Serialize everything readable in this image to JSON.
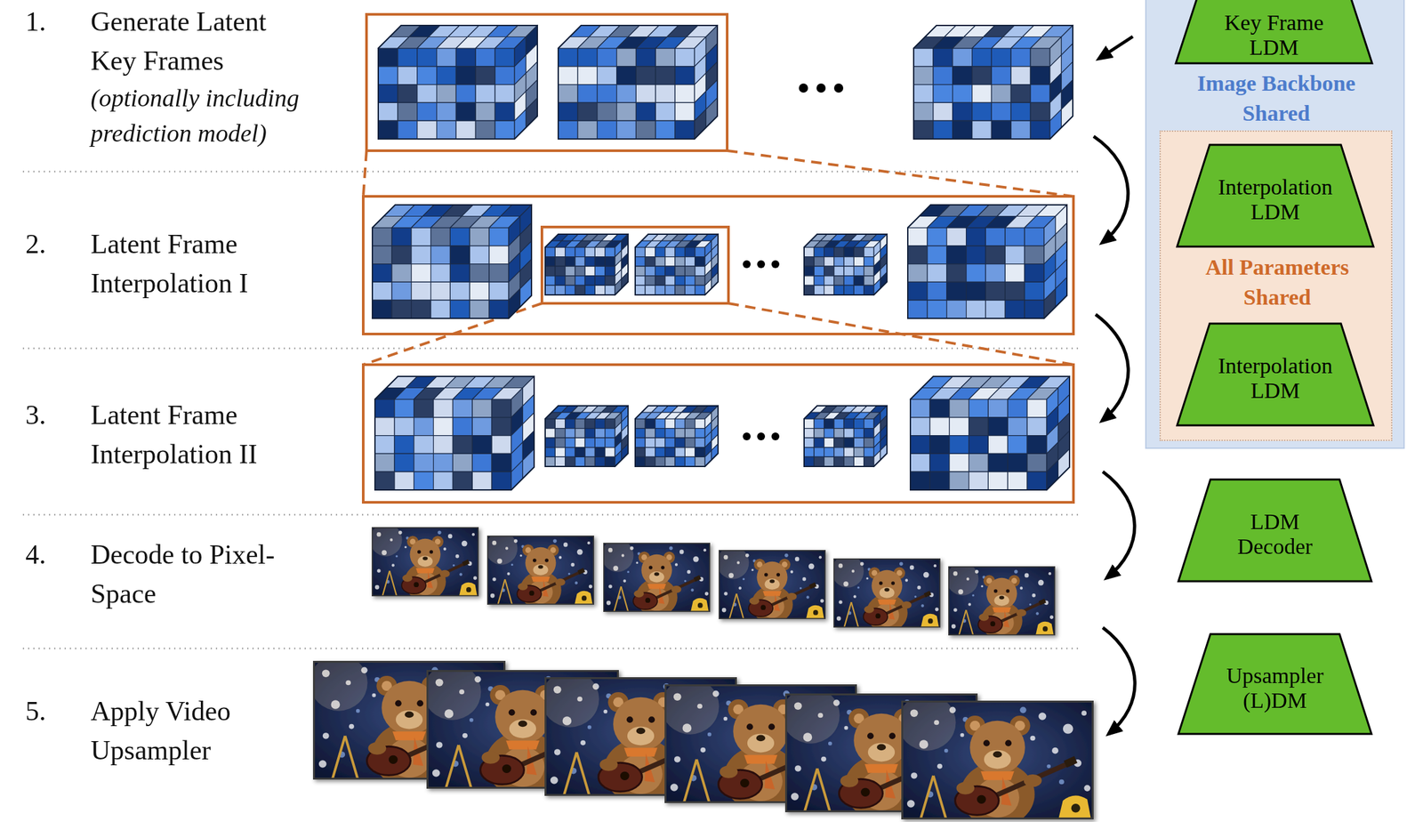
{
  "diagram": {
    "nodes": [
      {
        "text": [
          "Image Backbone Shared"
        ]
      },
      {
        "text": [
          "Key Frame LDM"
        ],
        "in": 0
      },
      {
        "text": [
          "All Parameters Shared"
        ],
        "in": 0
      },
      {
        "text": [
          "Interpolation LDM"
        ],
        "in": 2
      },
      {
        "text": [
          "Interpolation LDM"
        ],
        "in": 2
      },
      {
        "text": [
          "LDM Decoder"
        ]
      },
      {
        "text": [
          "Upsampler (L)DM"
        ]
      }
    ],
    "labels": [
      "1.",
      "Generate Latent Key Frames",
      "(optionally including prediction model)",
      "2.",
      "Latent Frame Interpolation I",
      "3.",
      "Latent Frame Interpolation II",
      "4.",
      "Decode to Pixel-Space",
      "5.",
      "Apply Video Upsampler"
    ]
  }
}
